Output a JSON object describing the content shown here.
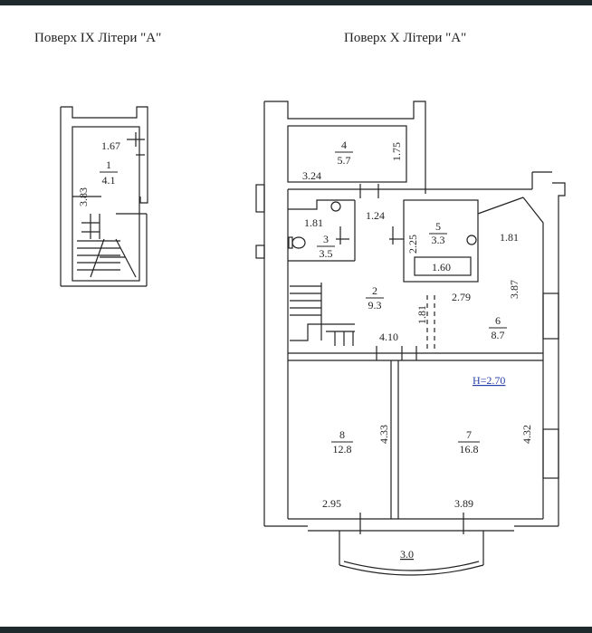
{
  "titles": {
    "floor9": "Поверх IX Літери \"А\"",
    "floor10": "Поверх X Літери \"А\""
  },
  "floor9": {
    "dims": {
      "top": "1.67",
      "side": "3.83"
    },
    "room1": {
      "num": "1",
      "area": "4.1"
    }
  },
  "floor10": {
    "height_label": "H=2.70",
    "rooms": {
      "r2": {
        "num": "2",
        "area": "9.3"
      },
      "r3": {
        "num": "3",
        "area": "3.5"
      },
      "r4": {
        "num": "4",
        "area": "5.7"
      },
      "r5": {
        "num": "5",
        "area": "3.3"
      },
      "r6": {
        "num": "6",
        "area": "8.7"
      },
      "r7": {
        "num": "7",
        "area": "16.8"
      },
      "r8": {
        "num": "8",
        "area": "12.8"
      }
    },
    "dims": {
      "d324": "3.24",
      "d175": "1.75",
      "d181a": "1.81",
      "d124": "1.24",
      "d225": "2.25",
      "d181b": "1.81",
      "d160": "1.60",
      "d387": "3.87",
      "d279": "2.79",
      "d181c": "1.81",
      "d410": "4.10",
      "d433": "4.33",
      "d432": "4.32",
      "d295": "2.95",
      "d389": "3.89",
      "d30": "3.0"
    }
  },
  "colors": {
    "background": "#1f2a2d",
    "sheet": "#ffffff",
    "lines": "#222222",
    "height_label": "#2b3fa8"
  }
}
